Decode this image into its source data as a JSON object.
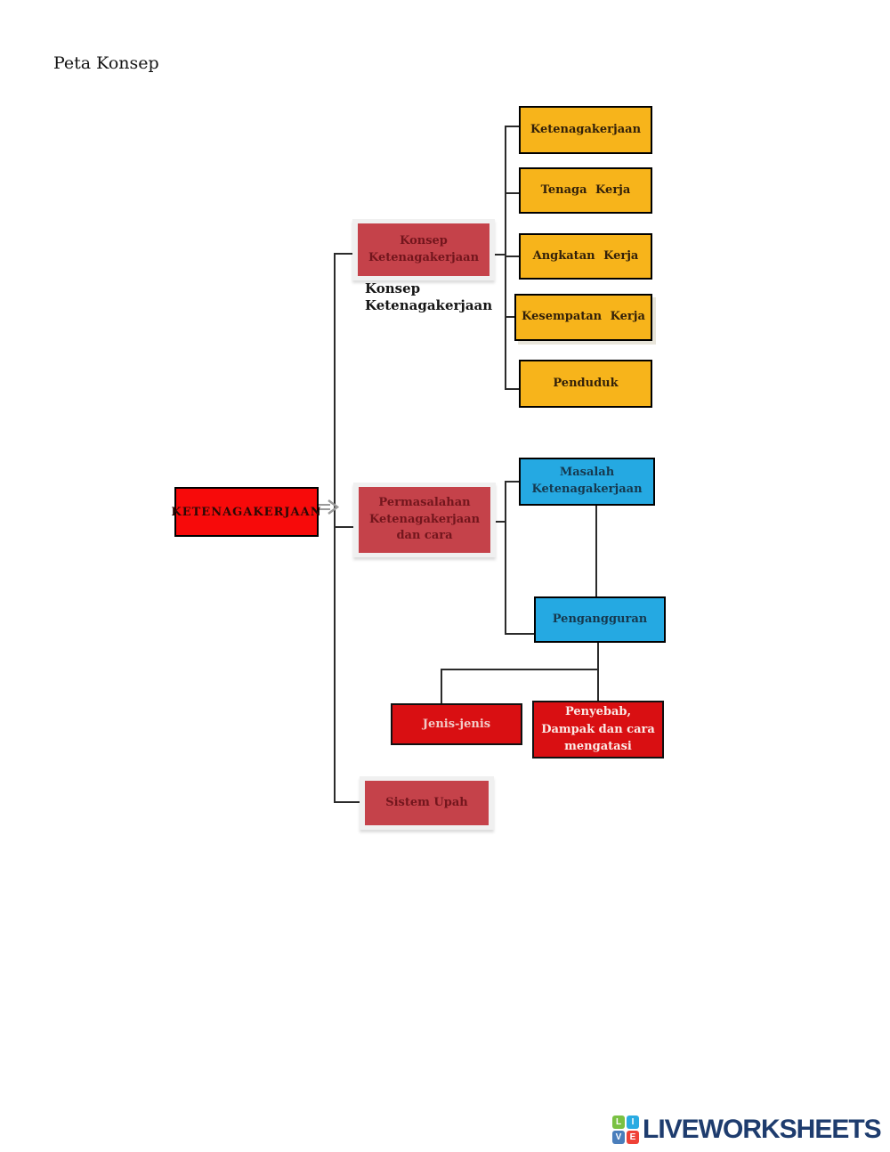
{
  "page": {
    "title": "Peta Konsep"
  },
  "diagram": {
    "root": {
      "label": "KETENAGAKERJAAN"
    },
    "konsep": {
      "chip_label": "Konsep Ketenagakerjaan",
      "typed_label": "Konsep Ketenagakerjaan",
      "children": [
        "Ketenagakerjaan",
        "Tenaga Kerja",
        "Angkatan Kerja",
        "Kesempatan Kerja",
        "Penduduk"
      ]
    },
    "permasalahan": {
      "chip_label": "Permasalahan Ketenagakerjaan dan cara",
      "children": [
        "Masalah Ketenagakerjaan",
        "Pengangguran"
      ],
      "grandchildren": [
        "Jenis-jenis",
        "Penyebab, Dampak dan cara mengatasi"
      ]
    },
    "sistem": {
      "chip_label": "Sistem Upah"
    }
  },
  "colors": {
    "yellow_box": "#F7B41B",
    "blue_box": "#25A9E2",
    "red_root": "#F70A0A",
    "red_leaf": "#D90F12",
    "crimson_chip": "#C5424A",
    "connector": "#2b2b2b",
    "brand_navy": "#1E3C6E"
  },
  "footer": {
    "brand": "LIVEWORKSHEETS",
    "icon_letters": [
      "L",
      "I",
      "V",
      "E"
    ]
  }
}
